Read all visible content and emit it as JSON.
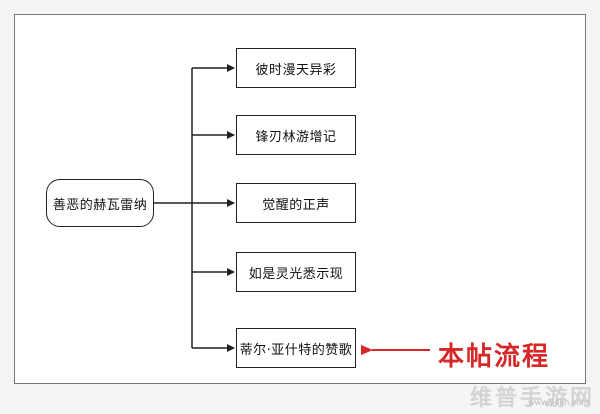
{
  "root": {
    "label": "善恶的赫瓦雷纳"
  },
  "branches": [
    {
      "label": "彼时漫天异彩"
    },
    {
      "label": "锋刃林游增记"
    },
    {
      "label": "觉醒的正声"
    },
    {
      "label": "如是灵光悉示现"
    },
    {
      "label": "蒂尔·亚什特的赞歌"
    }
  ],
  "annotation": {
    "label": "本帖流程",
    "color": "#d62828"
  },
  "watermark": {
    "label": "维普手游网",
    "url": "www.94kn.com"
  }
}
